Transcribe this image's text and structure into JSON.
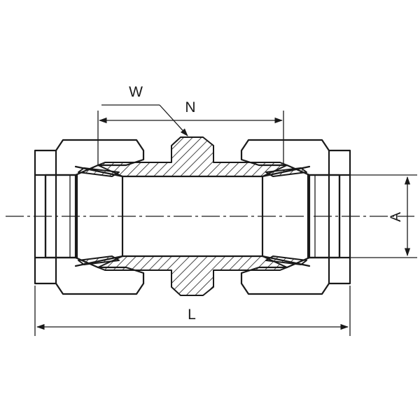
{
  "drawing": {
    "labels": {
      "w": "W",
      "n": "N",
      "a": "A",
      "l": "L"
    },
    "colors": {
      "line": "#1a1a1a",
      "background": "#ffffff"
    }
  }
}
